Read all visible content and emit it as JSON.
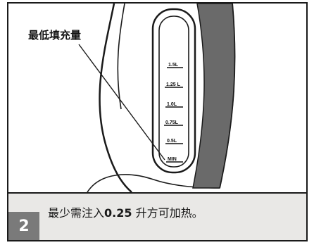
{
  "callout": {
    "label": "最低填充量"
  },
  "water_gauge": {
    "marks": [
      "1.5L",
      "1.25 L",
      "1.0L",
      "0.75L",
      "0.5L",
      "MIN"
    ]
  },
  "instruction": {
    "step_number": "2",
    "text_before": "最少需注入",
    "amount": "0.25",
    "text_after": " 升方可加热。"
  }
}
